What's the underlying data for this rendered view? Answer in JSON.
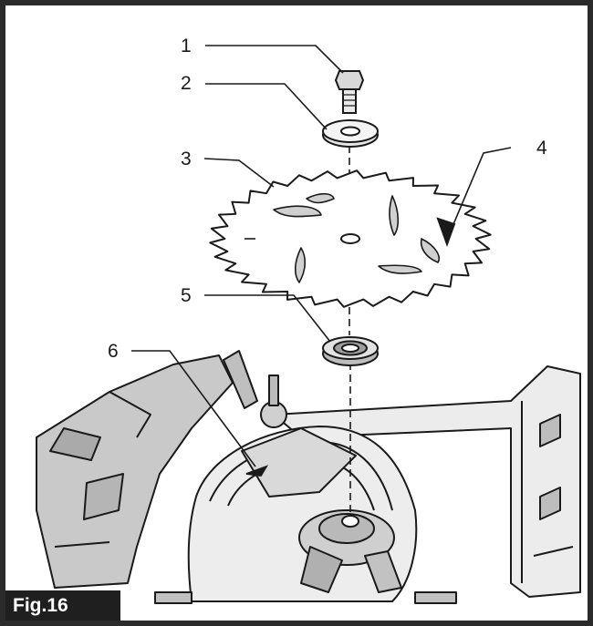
{
  "figure": {
    "label": "Fig.16"
  },
  "callouts": [
    {
      "id": "1",
      "text": "1"
    },
    {
      "id": "2",
      "text": "2"
    },
    {
      "id": "3",
      "text": "3"
    },
    {
      "id": "4",
      "text": "4"
    },
    {
      "id": "5",
      "text": "5"
    },
    {
      "id": "6",
      "text": "6"
    }
  ],
  "parts_icons": [
    "bolt-icon",
    "outer-flange-icon",
    "saw-blade-icon",
    "blade-arrow-icon",
    "inner-flange-icon",
    "blade-guard-arrow-icon",
    "saw-base-icon"
  ],
  "colors": {
    "line": "#1a1a1a",
    "shade": "#cfcfcf",
    "frame": "#2b2b2b",
    "label_bg": "#1f1f1f"
  }
}
